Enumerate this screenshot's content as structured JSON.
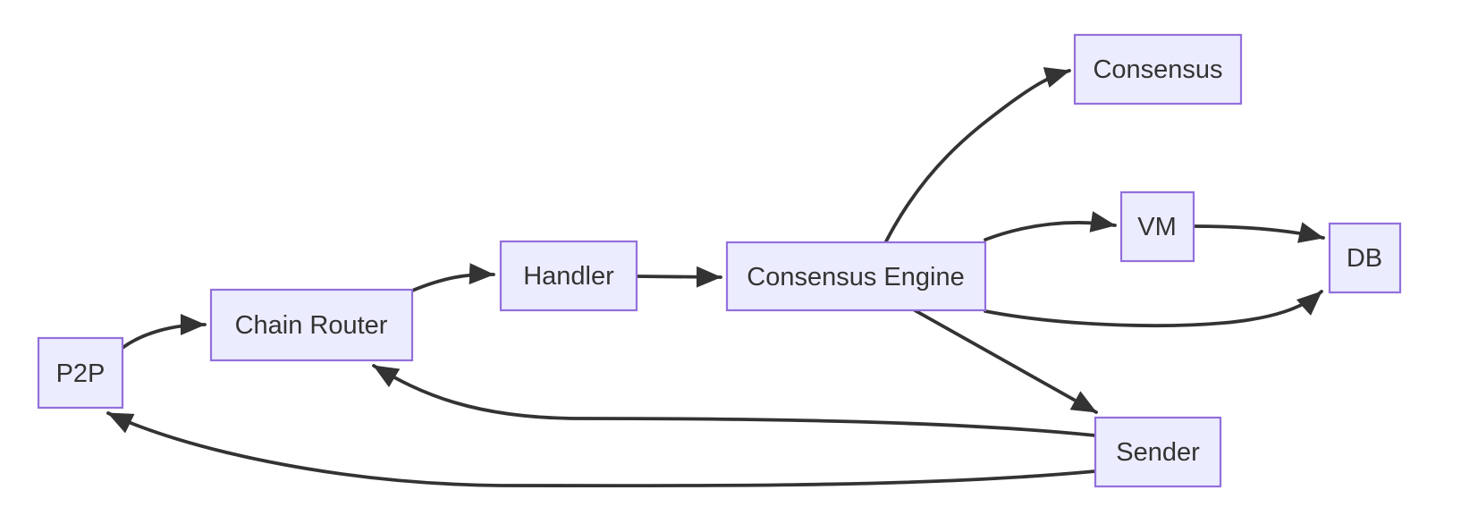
{
  "diagram": {
    "type": "flowchart",
    "direction": "left-to-right",
    "colors": {
      "background": "#FFFFFF",
      "node_fill": "#ECECFF",
      "node_border": "#9370DB",
      "edge": "#333333",
      "text": "#333333"
    },
    "nodes": [
      {
        "id": "p2p",
        "label": "P2P"
      },
      {
        "id": "chain-router",
        "label": "Chain Router"
      },
      {
        "id": "handler",
        "label": "Handler"
      },
      {
        "id": "consensus-engine",
        "label": "Consensus Engine"
      },
      {
        "id": "consensus",
        "label": "Consensus"
      },
      {
        "id": "vm",
        "label": "VM"
      },
      {
        "id": "db",
        "label": "DB"
      },
      {
        "id": "sender",
        "label": "Sender"
      }
    ],
    "edges": [
      {
        "from": "P2P",
        "to": "Chain Router"
      },
      {
        "from": "Chain Router",
        "to": "Handler"
      },
      {
        "from": "Handler",
        "to": "Consensus Engine"
      },
      {
        "from": "Consensus Engine",
        "to": "Consensus"
      },
      {
        "from": "Consensus Engine",
        "to": "VM"
      },
      {
        "from": "VM",
        "to": "DB"
      },
      {
        "from": "Consensus Engine",
        "to": "DB"
      },
      {
        "from": "Consensus Engine",
        "to": "Sender"
      },
      {
        "from": "Sender",
        "to": "Chain Router"
      },
      {
        "from": "Sender",
        "to": "P2P"
      }
    ]
  }
}
